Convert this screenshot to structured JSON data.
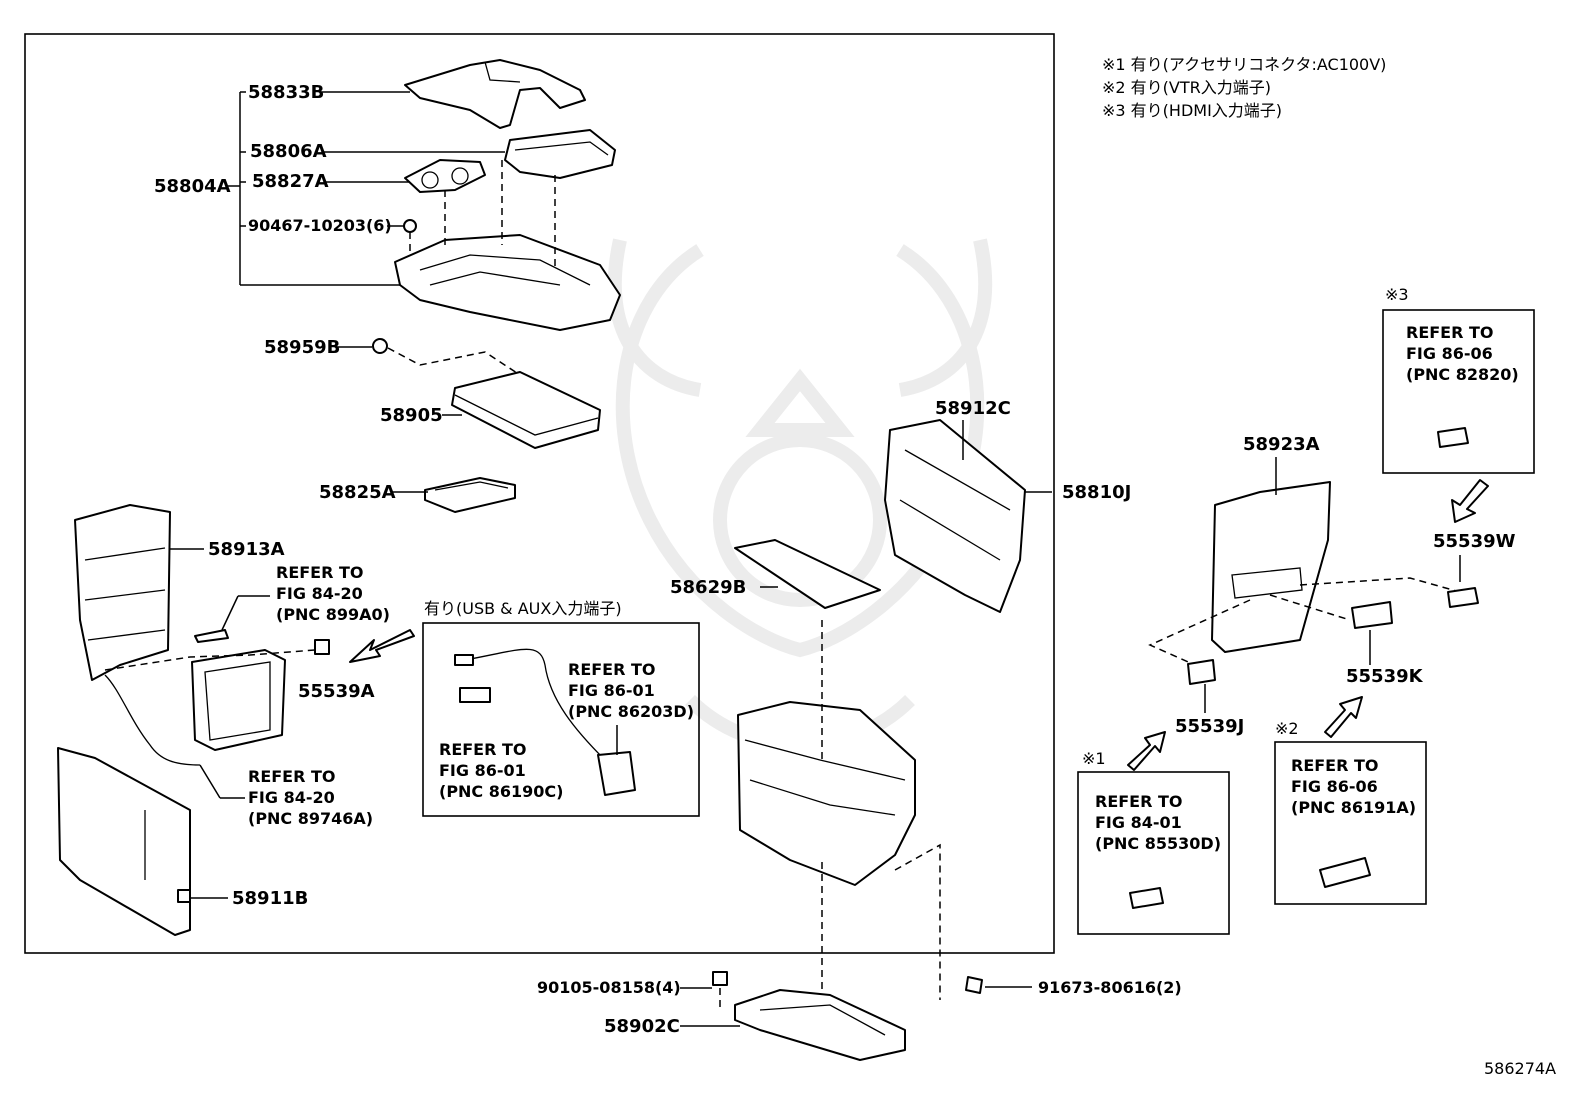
{
  "footnotes": [
    "※1  有り(アクセサリコネクタ:AC100V)",
    "※2  有り(VTR入力端子)",
    "※3  有り(HDMI入力端子)"
  ],
  "marks": {
    "m1": "※1",
    "m2": "※2",
    "m3": "※3"
  },
  "parts": {
    "p58833B": "58833B",
    "p58806A": "58806A",
    "p58804A": "58804A",
    "p58827A": "58827A",
    "p90467": "90467-10203(6)",
    "p58959B": "58959B",
    "p58905": "58905",
    "p58825A": "58825A",
    "p58912C": "58912C",
    "p58810J": "58810J",
    "p58913A": "58913A",
    "p55539A": "55539A",
    "p58629B": "58629B",
    "p58911B": "58911B",
    "p90105": "90105-08158(4)",
    "p58902C": "58902C",
    "p91673": "91673-80616(2)",
    "p58923A": "58923A",
    "p55539W": "55539W",
    "p55539K": "55539K",
    "p55539J": "55539J"
  },
  "refs": {
    "r1": [
      "REFER TO",
      "FIG 84-20",
      "(PNC 899A0)"
    ],
    "r2": [
      "REFER TO",
      "FIG 84-20",
      "(PNC 89746A)"
    ],
    "r3": [
      "REFER TO",
      "FIG 86-01",
      "(PNC 86203D)"
    ],
    "r4": [
      "REFER TO",
      "FIG 86-01",
      "(PNC 86190C)"
    ],
    "r5": [
      "REFER TO",
      "FIG 86-06",
      "(PNC 82820)"
    ],
    "r6": [
      "REFER TO",
      "FIG 84-01",
      "(PNC 85530D)"
    ],
    "r7": [
      "REFER TO",
      "FIG 86-06",
      "(PNC 86191A)"
    ]
  },
  "usb_note": "有り(USB & AUX入力端子)",
  "figure_id": "586274A"
}
